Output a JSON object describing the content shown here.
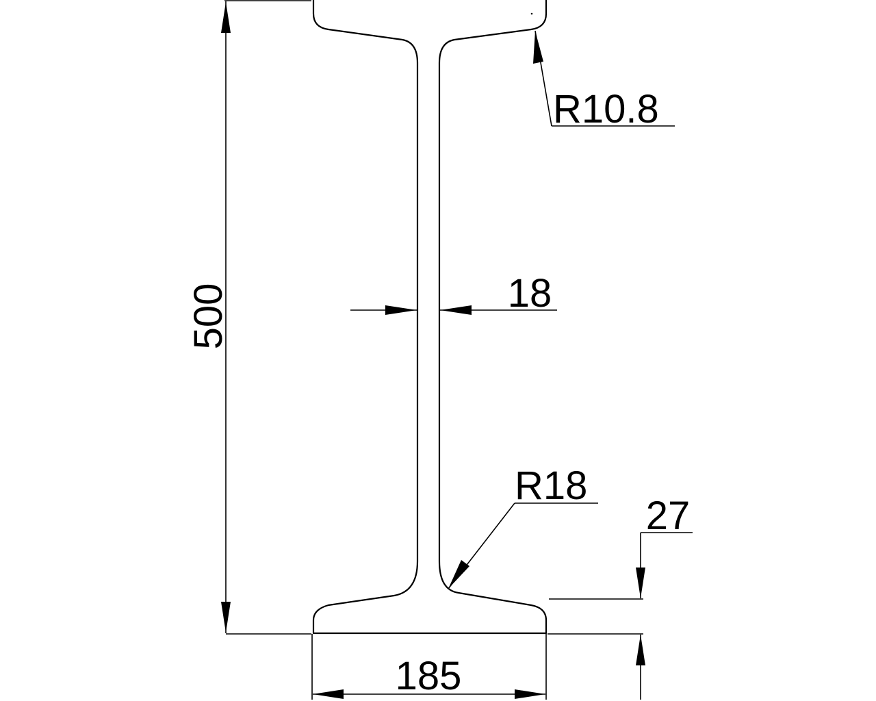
{
  "drawing": {
    "dimensions": {
      "height": "500",
      "flange_width": "185",
      "web_thickness": "18",
      "flange_thickness": "27",
      "root_radius": "R18",
      "toe_radius": "R10.8"
    }
  }
}
